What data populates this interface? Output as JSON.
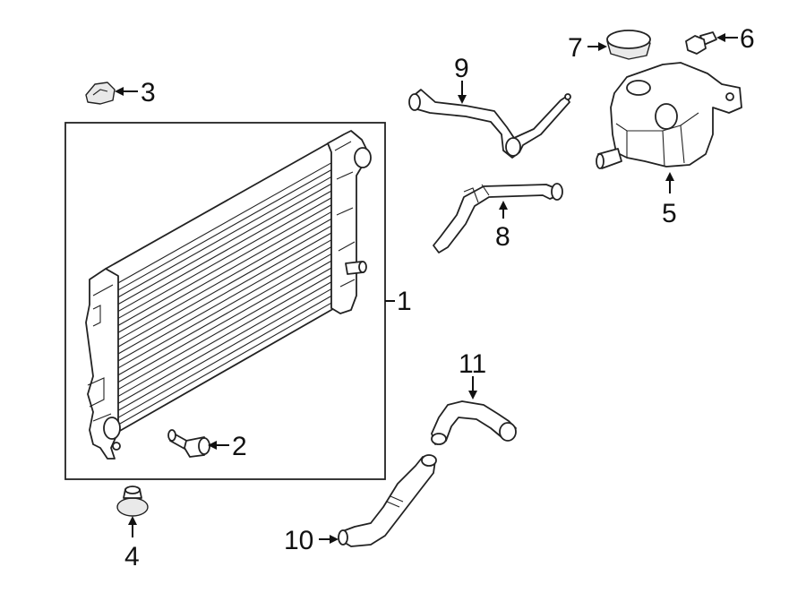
{
  "callouts": [
    {
      "id": "1",
      "label": "1"
    },
    {
      "id": "2",
      "label": "2"
    },
    {
      "id": "3",
      "label": "3"
    },
    {
      "id": "4",
      "label": "4"
    },
    {
      "id": "5",
      "label": "5"
    },
    {
      "id": "6",
      "label": "6"
    },
    {
      "id": "7",
      "label": "7"
    },
    {
      "id": "8",
      "label": "8"
    },
    {
      "id": "9",
      "label": "9"
    },
    {
      "id": "10",
      "label": "10"
    },
    {
      "id": "11",
      "label": "11"
    }
  ],
  "parts": [
    {
      "callout": "1",
      "depicts": "radiator"
    },
    {
      "callout": "2",
      "depicts": "bolt"
    },
    {
      "callout": "3",
      "depicts": "mount-cap"
    },
    {
      "callout": "4",
      "depicts": "insulator-grommet"
    },
    {
      "callout": "5",
      "depicts": "coolant-reservoir"
    },
    {
      "callout": "6",
      "depicts": "bolt"
    },
    {
      "callout": "7",
      "depicts": "reservoir-cap"
    },
    {
      "callout": "8",
      "depicts": "hose"
    },
    {
      "callout": "9",
      "depicts": "hose"
    },
    {
      "callout": "10",
      "depicts": "lower-hose"
    },
    {
      "callout": "11",
      "depicts": "hose"
    }
  ],
  "colors": {
    "line": "#222222",
    "background": "#ffffff",
    "shade": "#e9e9e9"
  }
}
